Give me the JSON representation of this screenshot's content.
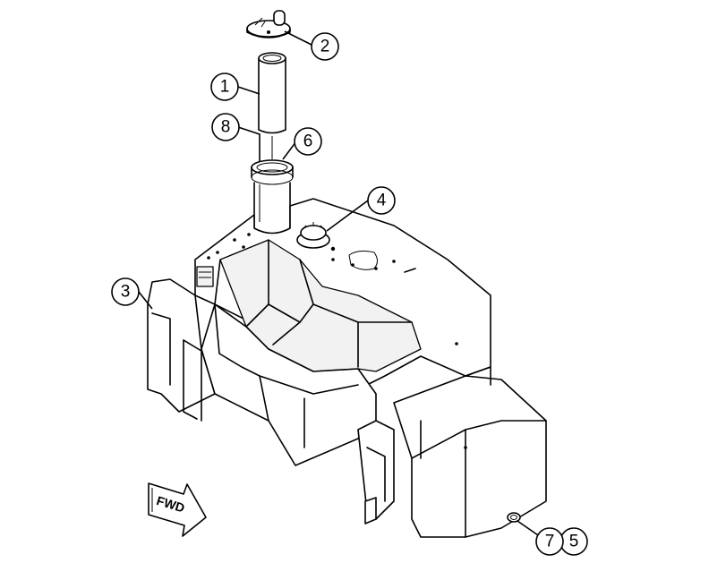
{
  "callouts": [
    {
      "id": "c1",
      "label": "1"
    },
    {
      "id": "c2",
      "label": "2"
    },
    {
      "id": "c3",
      "label": "3"
    },
    {
      "id": "c4",
      "label": "4"
    },
    {
      "id": "c5",
      "label": "5"
    },
    {
      "id": "c6",
      "label": "6"
    },
    {
      "id": "c7",
      "label": "7"
    },
    {
      "id": "c8",
      "label": "8"
    }
  ],
  "direction_arrow": {
    "label": "FWD"
  },
  "colors": {
    "line": "#000000",
    "background": "#ffffff"
  }
}
